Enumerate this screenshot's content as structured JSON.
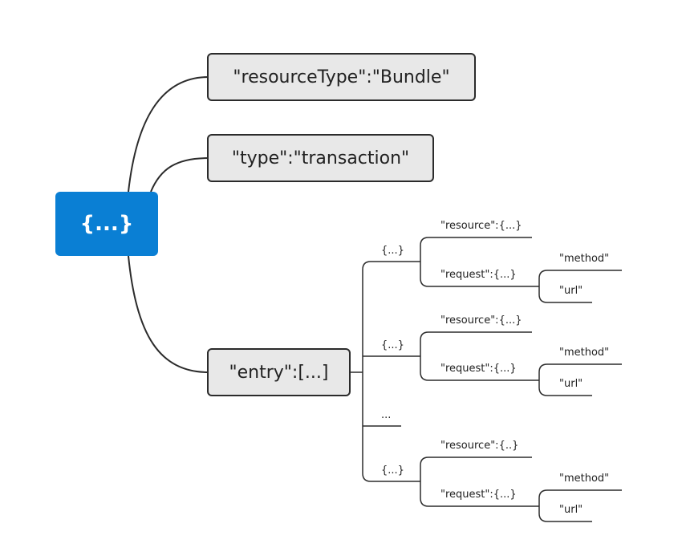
{
  "root": {
    "label": "{...}"
  },
  "top_nodes": [
    {
      "label": "\"resourceType\":\"Bundle\""
    },
    {
      "label": "\"type\":\"transaction\""
    },
    {
      "label": "\"entry\":[...]"
    }
  ],
  "entries": [
    {
      "label": "{...}",
      "resource": "\"resource\":{...}",
      "request": "\"request\":{...}",
      "method": "\"method\"",
      "url": "\"url\""
    },
    {
      "label": "{...}",
      "resource": "\"resource\":{...}",
      "request": "\"request\":{...}",
      "method": "\"method\"",
      "url": "\"url\""
    },
    {
      "label": "{...}",
      "resource": "\"resource\":{..}",
      "request": "\"request\":{...}",
      "method": "\"method\"",
      "url": "\"url\""
    }
  ],
  "ellipsis": "...",
  "colors": {
    "root_fill": "#0a7fd4",
    "node_fill": "#e8e8e8",
    "line": "#2b2b2b"
  }
}
